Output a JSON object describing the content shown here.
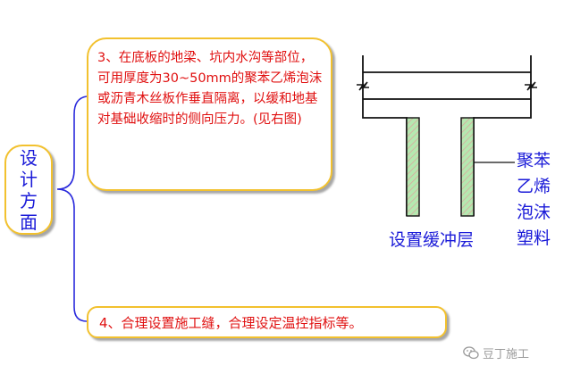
{
  "side_label": "设计方面",
  "item3": {
    "text": "3、在底板的地梁、坑内水沟等部位，可用厚度为30~50mm的聚苯乙烯泡沫或沥青木丝板作垂直隔离，以缓和地基对基础收缩时的侧向压力。(见右图)"
  },
  "item4": {
    "text": "4、合理设置施工缝，合理设定温控指标等。"
  },
  "figure": {
    "cushion_label": "设置缓冲层",
    "foam_label": "聚苯乙烯泡沫塑料"
  },
  "watermark": {
    "text": "豆丁施工",
    "icon": "wechat-icon"
  },
  "colors": {
    "accent_border": "#f2c12e",
    "item_text": "#e01010",
    "label_blue": "#1a1ad8",
    "cushion_fill": "#b5e8b0",
    "hatch": "#e39b9b",
    "brace": "#2a2adc"
  }
}
